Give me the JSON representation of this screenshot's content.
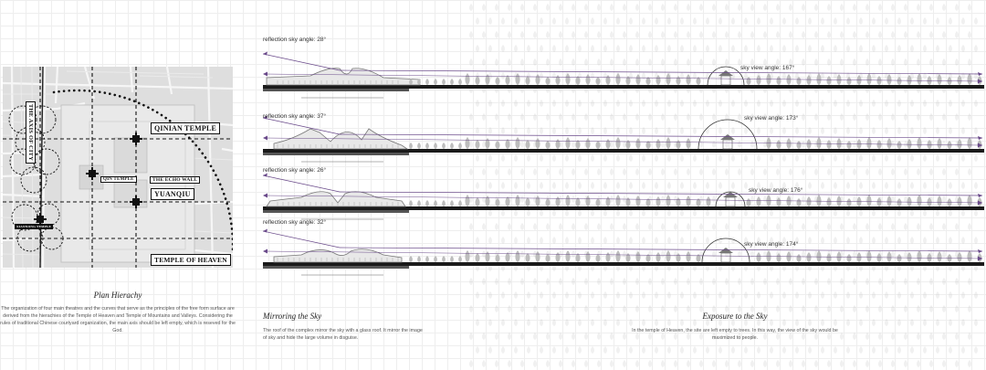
{
  "plan": {
    "title": "Plan Hierachy",
    "body": "The organization of four main theatres and the curves that serve as the principles of the free form surface are derived from the hierachies of the Temple of Heaven and Temple of Mountains and Valleys. Considering the rules of traditional Chinese courtyard organization, the main axis should be left empty, which is reseved for the God.",
    "labels": {
      "axis": "THE AXIS OF CITY",
      "qinian": "QINIAN TEMPLE",
      "qin": "QIN TEMPLE",
      "echo": "THE ECHO WALL",
      "yuanqiu": "YUANQIU",
      "heaven": "TEMPLE OF HEAVEN",
      "small": "XIANNONG TEMPLE"
    }
  },
  "mirroring": {
    "title": "Mirroring the Sky",
    "body": "The roof of the complex mirror the sky with a glass roof. It mirror the image of sky and hide the large volume in disguise.",
    "sections": [
      {
        "reflection": "reflection sky angle: 28°",
        "view": "sky view angle: 167°"
      },
      {
        "reflection": "reflection sky angle: 37°",
        "view": "sky view angle: 173°"
      },
      {
        "reflection": "reflection sky angle: 26°",
        "view": "sky view angle: 176°"
      },
      {
        "reflection": "reflection sky angle: 32°",
        "view": "sky view angle: 174°"
      }
    ]
  },
  "exposure": {
    "title": "Exposure to the Sky",
    "body": "In the temple of Heaven, the site are left empty to trees. In this way, the view of the sky would be maximized to people."
  },
  "colors": {
    "arrow": "#6a4a8a",
    "grid": "#eeeeee",
    "tree": "#bdbdbd",
    "building": "#7a7a7a",
    "map_bg": "#dcdcdc"
  }
}
